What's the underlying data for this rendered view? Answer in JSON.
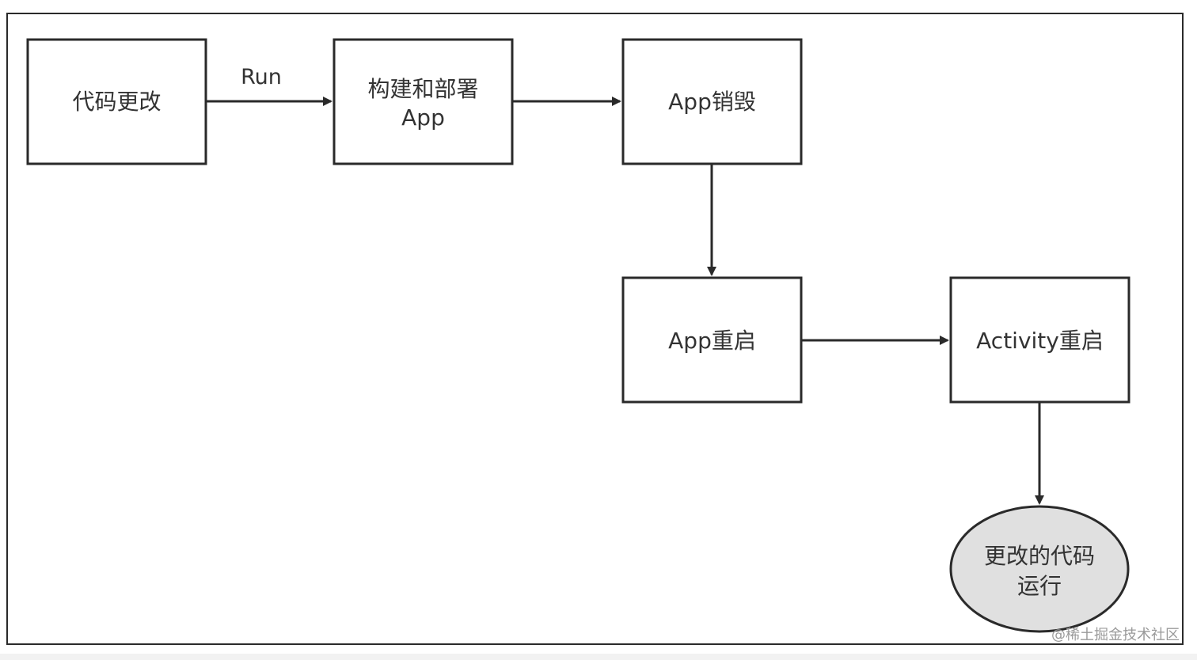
{
  "diagram": {
    "nodes": {
      "code_change": {
        "label": "代码更改"
      },
      "build_deploy": {
        "lines": [
          "构建和部署",
          "App"
        ]
      },
      "app_destroy": {
        "label": "App销毁"
      },
      "app_restart": {
        "label": "App重启"
      },
      "activity_restart": {
        "label": "Activity重启"
      },
      "changed_code_run": {
        "lines": [
          "更改的代码",
          "运行"
        ]
      }
    },
    "edges": {
      "run_label": "Run"
    },
    "colors": {
      "stroke": "#2a2a2a",
      "text": "#333333",
      "ellipse_fill": "#e0e0e0",
      "box_fill": "#ffffff"
    }
  },
  "watermark": "@稀土掘金技术社区"
}
